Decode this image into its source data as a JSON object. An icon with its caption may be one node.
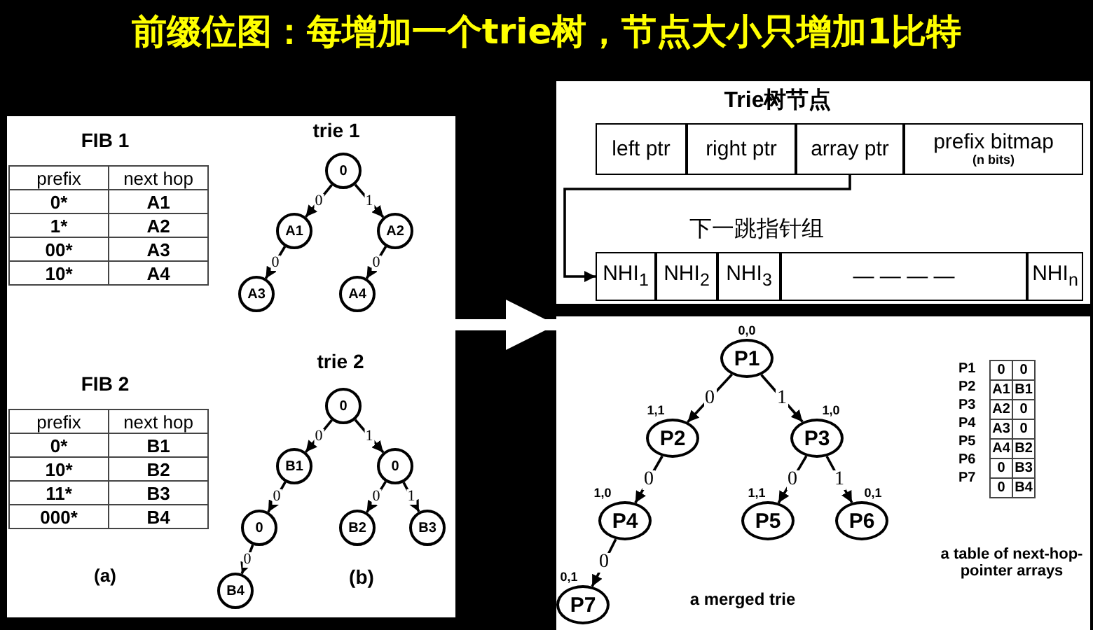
{
  "diagram": {
    "title": "前缀位图：每增加一个trie树，节点大小只增加1比特",
    "nodes": [
      {
        "text": [],
        "shape": "box"
      },
      {
        "text": [
          "0"
        ],
        "in": 0
      },
      {
        "text": [
          "A1"
        ],
        "in": 0
      },
      {
        "text": [
          "A2"
        ],
        "in": 0
      },
      {
        "text": [
          "A3"
        ],
        "in": 0
      },
      {
        "text": [
          "A4"
        ],
        "in": 0
      },
      {
        "text": [
          "0"
        ],
        "in": 0
      },
      {
        "text": [
          "B1"
        ],
        "in": 0
      },
      {
        "text": [
          "0"
        ],
        "in": 0
      },
      {
        "text": [
          "0"
        ],
        "in": 0
      },
      {
        "text": [
          "B2"
        ],
        "in": 0
      },
      {
        "text": [
          "B3"
        ],
        "in": 0
      },
      {
        "text": [
          "B4"
        ],
        "in": 0
      },
      {
        "text": [],
        "shape": "box"
      },
      {
        "text": [
          "left ptr"
        ],
        "in": 13
      },
      {
        "text": [
          "right ptr"
        ],
        "in": 13
      },
      {
        "text": [
          "array ptr"
        ],
        "in": 13
      },
      {
        "text": [
          "prefix bitmap",
          "(n bits)"
        ],
        "in": 13
      },
      {
        "text": [
          "NHI$_{1}$"
        ],
        "in": 13
      },
      {
        "text": [
          "NHI$_{2}$"
        ],
        "in": 13
      },
      {
        "text": [
          "NHI$_{3}$"
        ],
        "in": 13
      },
      {
        "text": [
          "— — — —"
        ],
        "in": 13
      },
      {
        "text": [
          "NHI$_{n}$"
        ],
        "in": 13
      },
      {
        "text": [],
        "shape": "box"
      },
      {
        "text": [
          "P1"
        ],
        "in": 23,
        "beside": [
          "0,0"
        ]
      },
      {
        "text": [
          "P2"
        ],
        "in": 23,
        "beside": [
          "1,1"
        ]
      },
      {
        "text": [
          "P3"
        ],
        "in": 23,
        "beside": [
          "1,0"
        ]
      },
      {
        "text": [
          "P4"
        ],
        "in": 23,
        "beside": [
          "1,0"
        ]
      },
      {
        "text": [
          "P5"
        ],
        "in": 23,
        "beside": [
          "1,1"
        ]
      },
      {
        "text": [
          "P6"
        ],
        "in": 23,
        "beside": [
          "0,1"
        ]
      },
      {
        "text": [
          "P7"
        ],
        "in": 23,
        "beside": [
          "0,1"
        ]
      }
    ],
    "edges": [
      {
        "from": 1,
        "to": 2,
        "arrow": "to",
        "label": "0"
      },
      {
        "from": 1,
        "to": 3,
        "arrow": "to",
        "label": "1"
      },
      {
        "from": 2,
        "to": 4,
        "arrow": "to",
        "label": "0"
      },
      {
        "from": 3,
        "to": 5,
        "arrow": "to",
        "label": "0"
      },
      {
        "from": 6,
        "to": 7,
        "arrow": "to",
        "label": "0"
      },
      {
        "from": 6,
        "to": 8,
        "arrow": "to",
        "label": "1"
      },
      {
        "from": 7,
        "to": 9,
        "arrow": "to",
        "label": "0"
      },
      {
        "from": 8,
        "to": 10,
        "arrow": "to",
        "label": "0"
      },
      {
        "from": 8,
        "to": 11,
        "arrow": "to",
        "label": "1"
      },
      {
        "from": 9,
        "to": 12,
        "arrow": "to",
        "label": "0"
      },
      {
        "from": 16,
        "to": 18,
        "arrow": "to"
      },
      {
        "from": 0,
        "to": 23,
        "arrow": "to",
        "style": "thick",
        "color": "#ffffff"
      },
      {
        "from": 24,
        "to": 25,
        "arrow": "to",
        "label": "0"
      },
      {
        "from": 24,
        "to": 26,
        "arrow": "to",
        "label": "1"
      },
      {
        "from": 25,
        "to": 27,
        "arrow": "to",
        "label": "0"
      },
      {
        "from": 26,
        "to": 28,
        "arrow": "to",
        "label": "0"
      },
      {
        "from": 26,
        "to": 29,
        "arrow": "to",
        "label": "1"
      },
      {
        "from": 27,
        "to": 30,
        "arrow": "to",
        "label": "0"
      }
    ],
    "labels": [
      "FIB 1",
      "prefix",
      "next hop",
      "0*",
      "A1",
      "1*",
      "A2",
      "00*",
      "A3",
      "10*",
      "A4",
      "FIB 2",
      "prefix",
      "next hop",
      "0*",
      "B1",
      "10*",
      "B2",
      "11*",
      "B3",
      "000*",
      "B4",
      "(a)",
      "trie 1",
      "trie 2",
      "(b)",
      "Trie树节点",
      "下一跳指针组",
      "a merged trie",
      "P1",
      "0",
      "0",
      "P2",
      "A1",
      "B1",
      "P3",
      "A2",
      "0",
      "P4",
      "A3",
      "0",
      "P5",
      "A4",
      "B2",
      "P6",
      "0",
      "B3",
      "P7",
      "0",
      "B4",
      "a table of next-hop-pointer arrays"
    ]
  }
}
